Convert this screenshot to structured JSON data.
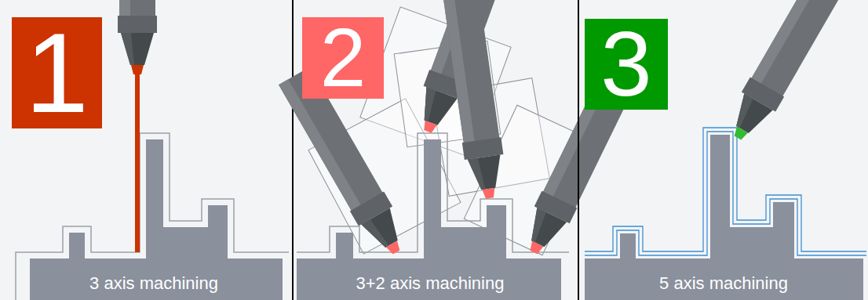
{
  "diagram": {
    "nodes": [
      {
        "text": [
          "1"
        ]
      },
      {
        "text": [
          "2"
        ]
      },
      {
        "text": [
          "3"
        ]
      }
    ],
    "labels": [
      "3 axis machining",
      "3+2 axis machining",
      "5 axis machining"
    ]
  }
}
